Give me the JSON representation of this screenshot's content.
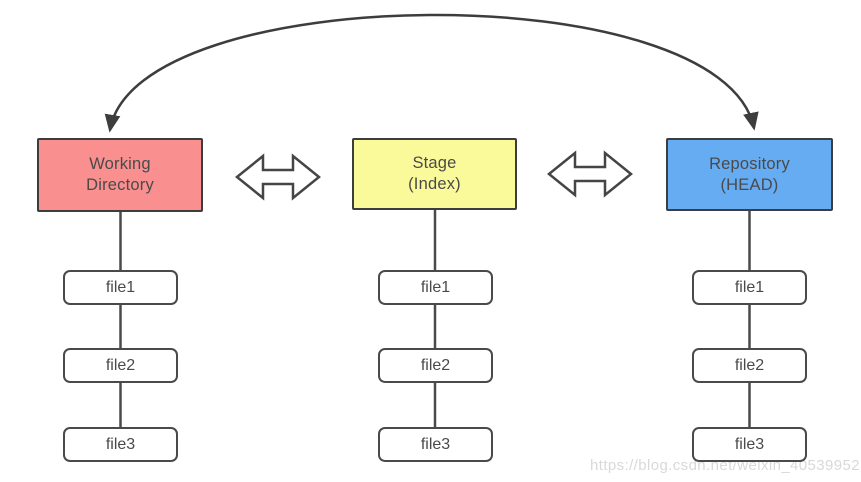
{
  "watermark": {
    "text": "https://blog.csdn.net/weixin_40539952"
  },
  "colors": {
    "working_fill": "#f98f8f",
    "stage_fill": "#fafa9b",
    "repository_fill": "#65acf2",
    "node_fill": "#ffffff",
    "stroke": "#3d3d3d",
    "text": "#4a4a4a",
    "watermark_text": "#d9d9d9"
  },
  "diagram": {
    "columns": [
      {
        "id": "working-directory",
        "label_line1": "Working",
        "label_line2": "Directory",
        "files": [
          "file1",
          "file2",
          "file3"
        ]
      },
      {
        "id": "stage",
        "label_line1": "Stage",
        "label_line2": "(Index)",
        "files": [
          "file1",
          "file2",
          "file3"
        ]
      },
      {
        "id": "repository",
        "label_line1": "Repository",
        "label_line2": "(HEAD)",
        "files": [
          "file1",
          "file2",
          "file3"
        ]
      }
    ],
    "relations": [
      {
        "type": "double-arrow",
        "between": [
          "working-directory",
          "stage"
        ]
      },
      {
        "type": "double-arrow",
        "between": [
          "stage",
          "repository"
        ]
      },
      {
        "type": "curved-double-arrow",
        "between": [
          "working-directory",
          "repository"
        ]
      }
    ]
  }
}
